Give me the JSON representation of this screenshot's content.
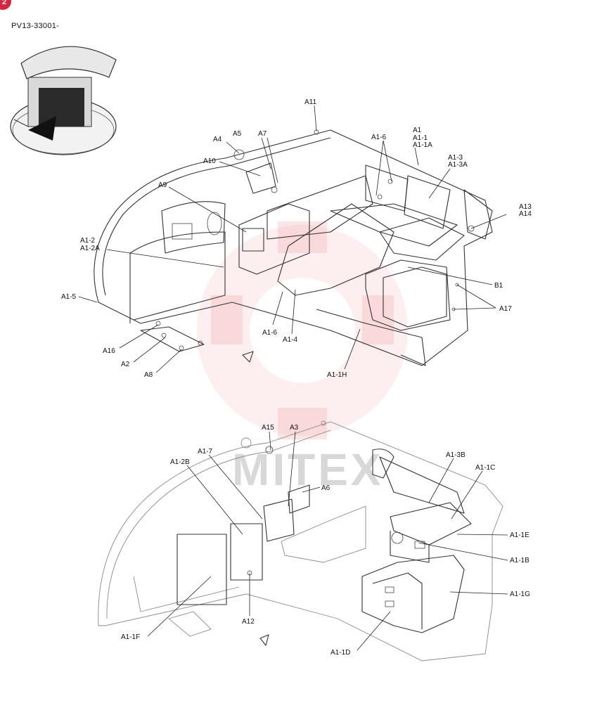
{
  "page_badge": "2",
  "model_code": "PV13-33001-",
  "watermark_text": "MITEX",
  "upper_labels": [
    {
      "key": "a11",
      "text": "A11"
    },
    {
      "key": "a1",
      "text": "A1"
    },
    {
      "key": "a1_1",
      "text": "A1-1"
    },
    {
      "key": "a1_1a",
      "text": "A1-1A"
    },
    {
      "key": "a1_6_top",
      "text": "A1-6"
    },
    {
      "key": "a5",
      "text": "A5"
    },
    {
      "key": "a7",
      "text": "A7"
    },
    {
      "key": "a4",
      "text": "A4"
    },
    {
      "key": "a10",
      "text": "A10"
    },
    {
      "key": "a1_3",
      "text": "A1-3"
    },
    {
      "key": "a1_3a",
      "text": "A1-3A"
    },
    {
      "key": "a9",
      "text": "A9"
    },
    {
      "key": "a13",
      "text": "A13"
    },
    {
      "key": "a14",
      "text": "A14"
    },
    {
      "key": "a1_2",
      "text": "A1-2"
    },
    {
      "key": "a1_2a",
      "text": "A1-2A"
    },
    {
      "key": "b1",
      "text": "B1"
    },
    {
      "key": "a1_5",
      "text": "A1-5"
    },
    {
      "key": "a17",
      "text": "A17"
    },
    {
      "key": "a1_6_bot",
      "text": "A1-6"
    },
    {
      "key": "a1_4",
      "text": "A1-4"
    },
    {
      "key": "a16",
      "text": "A16"
    },
    {
      "key": "a2",
      "text": "A2"
    },
    {
      "key": "a8",
      "text": "A8"
    },
    {
      "key": "a1_1h",
      "text": "A1-1H"
    }
  ],
  "lower_labels": [
    {
      "key": "a15",
      "text": "A15"
    },
    {
      "key": "a3",
      "text": "A3"
    },
    {
      "key": "a1_3b",
      "text": "A1-3B"
    },
    {
      "key": "a1_7",
      "text": "A1-7"
    },
    {
      "key": "a1_2b",
      "text": "A1-2B"
    },
    {
      "key": "a1_1c",
      "text": "A1-1C"
    },
    {
      "key": "a6",
      "text": "A6"
    },
    {
      "key": "a1_1e",
      "text": "A1-1E"
    },
    {
      "key": "a1_1b",
      "text": "A1-1B"
    },
    {
      "key": "a1_1g",
      "text": "A1-1G"
    },
    {
      "key": "a12",
      "text": "A12"
    },
    {
      "key": "a1_1f",
      "text": "A1-1F"
    },
    {
      "key": "a1_1d",
      "text": "A1-1D"
    }
  ]
}
